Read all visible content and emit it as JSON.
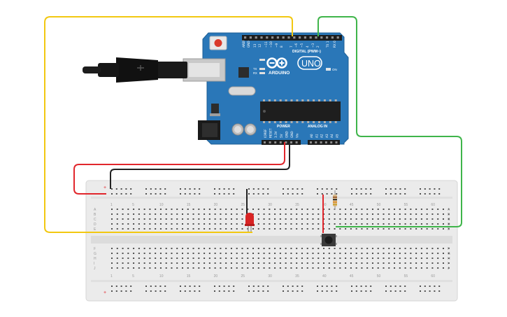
{
  "board": {
    "brand": "ARDUINO",
    "model": "UNO",
    "on_label": "ON",
    "tx_label": "TX",
    "rx_label": "RX",
    "digital_label": "DIGITAL (PWM~)",
    "power_label": "POWER",
    "analog_label": "ANALOG IN",
    "top_pin_labels": [
      "AREF",
      "GND",
      "13",
      "12",
      "~11",
      "~10",
      "~9",
      "8",
      "7",
      "~6",
      "~5",
      "4",
      "~3",
      "2",
      "TX 1",
      "RX 0"
    ],
    "power_pin_labels": [
      "IOREF",
      "RESET",
      "3.3V",
      "5V",
      "GND",
      "GND",
      "Vin"
    ],
    "analog_pin_labels": [
      "A0",
      "A1",
      "A2",
      "A3",
      "A4",
      "A5"
    ]
  },
  "breadboard": {
    "column_numbers": [
      "1",
      "5",
      "10",
      "15",
      "20",
      "25",
      "30",
      "35",
      "40",
      "45",
      "50",
      "55",
      "60"
    ],
    "row_letters_top": [
      "A",
      "B",
      "C",
      "D",
      "E"
    ],
    "row_letters_bottom": [
      "F",
      "G",
      "H",
      "I",
      "J"
    ],
    "rail_plus": "+",
    "rail_minus": "−"
  },
  "colors": {
    "board": "#2a77b8",
    "wire_yellow": "#f2c811",
    "wire_green": "#3fb54a",
    "wire_red": "#e1262c",
    "wire_black": "#222222",
    "led": "#d82424",
    "breadboard": "#ebebeb"
  },
  "icons": [
    "usb-cable-icon",
    "power-jack-icon",
    "reset-button-icon",
    "chip-icon",
    "led-icon",
    "resistor-icon",
    "pushbutton-icon"
  ]
}
